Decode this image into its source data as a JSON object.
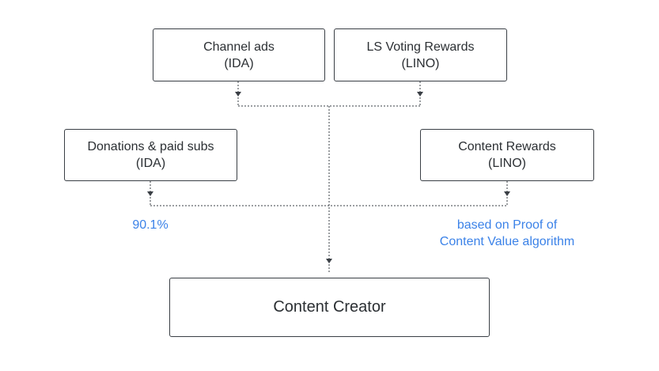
{
  "diagram": {
    "nodes": {
      "channel_ads": {
        "line1": "Channel ads",
        "line2": "(IDA)"
      },
      "ls_voting": {
        "line1": "LS Voting Rewards",
        "line2": "(LINO)"
      },
      "donations": {
        "line1": "Donations & paid subs",
        "line2": "(IDA)"
      },
      "content_rewards": {
        "line1": "Content Rewards",
        "line2": "(LINO)"
      },
      "content_creator": {
        "label": "Content Creator"
      }
    },
    "annotations": {
      "donations_share": "90.1%",
      "content_rewards_basis_line1": "based on Proof of",
      "content_rewards_basis_line2": "Content Value algorithm"
    },
    "edges": [
      {
        "from": "channel_ads",
        "to": "content_creator"
      },
      {
        "from": "ls_voting",
        "to": "content_creator"
      },
      {
        "from": "donations",
        "to": "content_creator"
      },
      {
        "from": "content_rewards",
        "to": "content_creator"
      }
    ],
    "colors": {
      "box_border": "#3a3f45",
      "text": "#2b2f33",
      "annotation": "#3b82e8",
      "connector": "#3a3f45"
    }
  }
}
